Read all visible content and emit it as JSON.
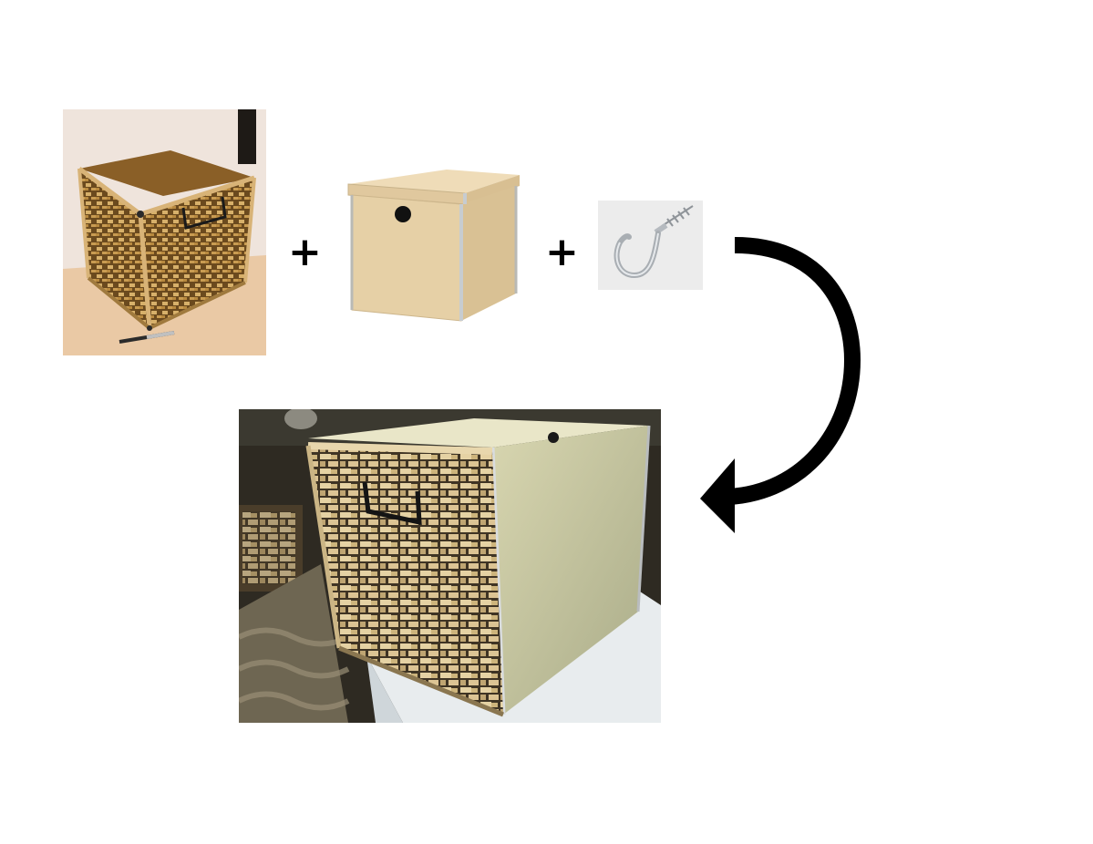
{
  "diagram": {
    "inputs": [
      {
        "name": "wicker-basket",
        "icon": "wicker-basket-photo"
      },
      {
        "name": "storage-box",
        "icon": "cardboard-box-with-lid-photo"
      },
      {
        "name": "cup-hook",
        "icon": "screw-hook-photo"
      }
    ],
    "operators": [
      "+",
      "+"
    ],
    "result": {
      "name": "wicker-front-box",
      "icon": "combined-box-photo"
    },
    "arrow": {
      "icon": "curved-arrow-icon",
      "color": "#000000"
    }
  },
  "colors": {
    "background": "#ffffff",
    "wicker": "#c9a25c",
    "wicker_dark": "#6b4a1e",
    "box": "#e3cfa5",
    "box_edge": "#b9b9b5",
    "metal": "#c7ccd0"
  }
}
